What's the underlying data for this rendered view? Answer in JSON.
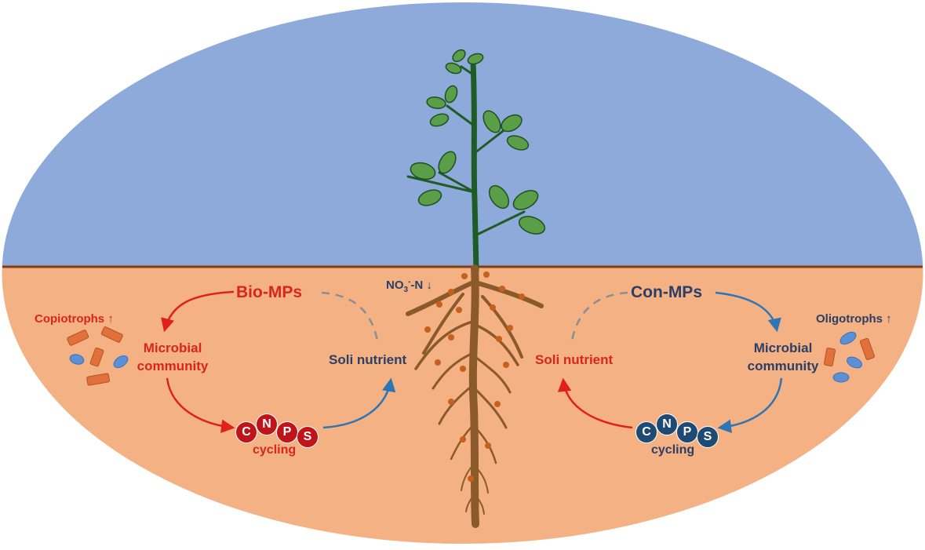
{
  "colors": {
    "sky": "#8eaadb",
    "soil": "#f4b183",
    "ground_line": "#843c0c",
    "root": "#8b5a2b",
    "root_dots": "#c5601d",
    "stem": "#1f5c25",
    "leaf": "#5a9e48",
    "red_label": "#d8261c",
    "navy_label": "#2b3f66",
    "red_arrow": "#e0201a",
    "blue_arrow": "#2e75b6",
    "dashed": "#8a8d92",
    "bacteria_rod": "#e2703a",
    "bacteria_oval": "#5b8fd6"
  },
  "left": {
    "source": "Bio-MPs",
    "microbe_group": "Copiotrophs ↑",
    "community": [
      "Microbial",
      "community"
    ],
    "cycling_letters": [
      "C",
      "N",
      "P",
      "S"
    ],
    "cycling_label": "cycling",
    "nutrient": "Soli nutrient"
  },
  "right": {
    "source": "Con-MPs",
    "microbe_group": "Oligotrophs ↑",
    "community": [
      "Microbial",
      "community"
    ],
    "cycling_letters": [
      "C",
      "N",
      "P",
      "S"
    ],
    "cycling_label": "cycling",
    "nutrient": "Soli nutrient"
  },
  "center": {
    "nitrate_main": "NO",
    "nitrate_sub": "3",
    "nitrate_sup": "-",
    "nitrate_tail": "-N ↓"
  }
}
